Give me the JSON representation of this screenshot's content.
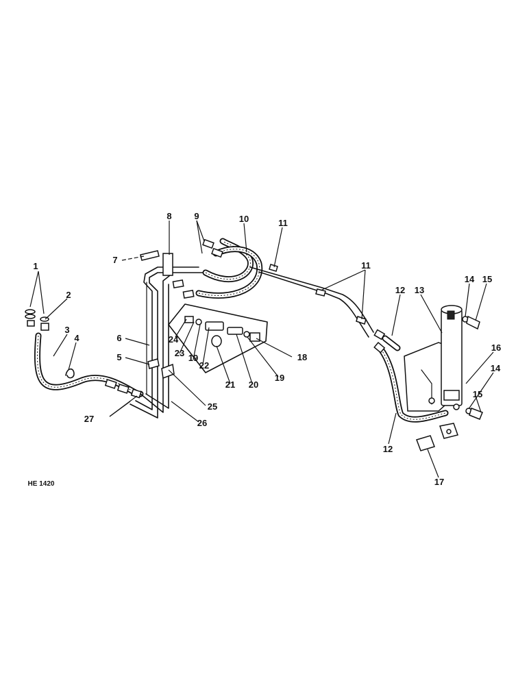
{
  "figure_code": "HE 1420",
  "callouts": [
    {
      "id": "c1",
      "text": "1"
    },
    {
      "id": "c2",
      "text": "2"
    },
    {
      "id": "c3",
      "text": "3"
    },
    {
      "id": "c4",
      "text": "4"
    },
    {
      "id": "c5",
      "text": "5"
    },
    {
      "id": "c6",
      "text": "6"
    },
    {
      "id": "c7",
      "text": "7"
    },
    {
      "id": "c8",
      "text": "8"
    },
    {
      "id": "c9",
      "text": "9"
    },
    {
      "id": "c10",
      "text": "10"
    },
    {
      "id": "c11a",
      "text": "11"
    },
    {
      "id": "c11b",
      "text": "11"
    },
    {
      "id": "c12a",
      "text": "12"
    },
    {
      "id": "c12b",
      "text": "12"
    },
    {
      "id": "c13",
      "text": "13"
    },
    {
      "id": "c14a",
      "text": "14"
    },
    {
      "id": "c14b",
      "text": "14"
    },
    {
      "id": "c15a",
      "text": "15"
    },
    {
      "id": "c15b",
      "text": "15"
    },
    {
      "id": "c16",
      "text": "16"
    },
    {
      "id": "c17",
      "text": "17"
    },
    {
      "id": "c18",
      "text": "18"
    },
    {
      "id": "c19a",
      "text": "19"
    },
    {
      "id": "c19b",
      "text": "19"
    },
    {
      "id": "c20",
      "text": "20"
    },
    {
      "id": "c21",
      "text": "21"
    },
    {
      "id": "c22",
      "text": "22"
    },
    {
      "id": "c23",
      "text": "23"
    },
    {
      "id": "c24",
      "text": "24"
    },
    {
      "id": "c25",
      "text": "25"
    },
    {
      "id": "c26",
      "text": "26"
    },
    {
      "id": "c27",
      "text": "27"
    }
  ]
}
